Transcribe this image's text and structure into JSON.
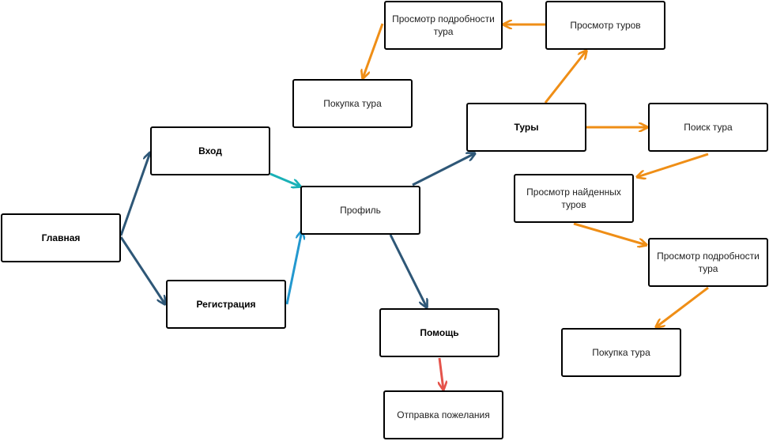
{
  "colors": {
    "blue": "#2e5777",
    "teal": "#1ab1b7",
    "light_blue": "#2398cf",
    "orange": "#ef8e16",
    "red": "#e5534b",
    "border": "#000000"
  },
  "nodes": {
    "main": "Главная",
    "login": "Вход",
    "registration": "Регистрация",
    "profile": "Профиль",
    "help": "Помощь",
    "send_wish": "Отправка пожелания",
    "tours": "Туры",
    "view_tours": "Просмотр туров",
    "tour_details_top": "Просмотр подробности тура",
    "buy_tour_top": "Покупка тура",
    "search_tour": "Поиск тура",
    "found_tours": "Просмотр найденных туров",
    "tour_details_right": "Просмотр подробности тура",
    "buy_tour_right": "Покупка тура"
  },
  "edges": [
    {
      "from": "main",
      "to": "login",
      "color": "blue"
    },
    {
      "from": "main",
      "to": "registration",
      "color": "blue"
    },
    {
      "from": "login",
      "to": "profile",
      "color": "teal"
    },
    {
      "from": "registration",
      "to": "profile",
      "color": "light_blue"
    },
    {
      "from": "profile",
      "to": "tours",
      "color": "blue"
    },
    {
      "from": "profile",
      "to": "help",
      "color": "blue"
    },
    {
      "from": "help",
      "to": "send_wish",
      "color": "red"
    },
    {
      "from": "tours",
      "to": "view_tours",
      "color": "orange"
    },
    {
      "from": "view_tours",
      "to": "tour_details_top",
      "color": "orange"
    },
    {
      "from": "tour_details_top",
      "to": "buy_tour_top",
      "color": "orange"
    },
    {
      "from": "tours",
      "to": "search_tour",
      "color": "orange"
    },
    {
      "from": "search_tour",
      "to": "found_tours",
      "color": "orange"
    },
    {
      "from": "found_tours",
      "to": "tour_details_right",
      "color": "orange"
    },
    {
      "from": "tour_details_right",
      "to": "buy_tour_right",
      "color": "orange"
    }
  ]
}
